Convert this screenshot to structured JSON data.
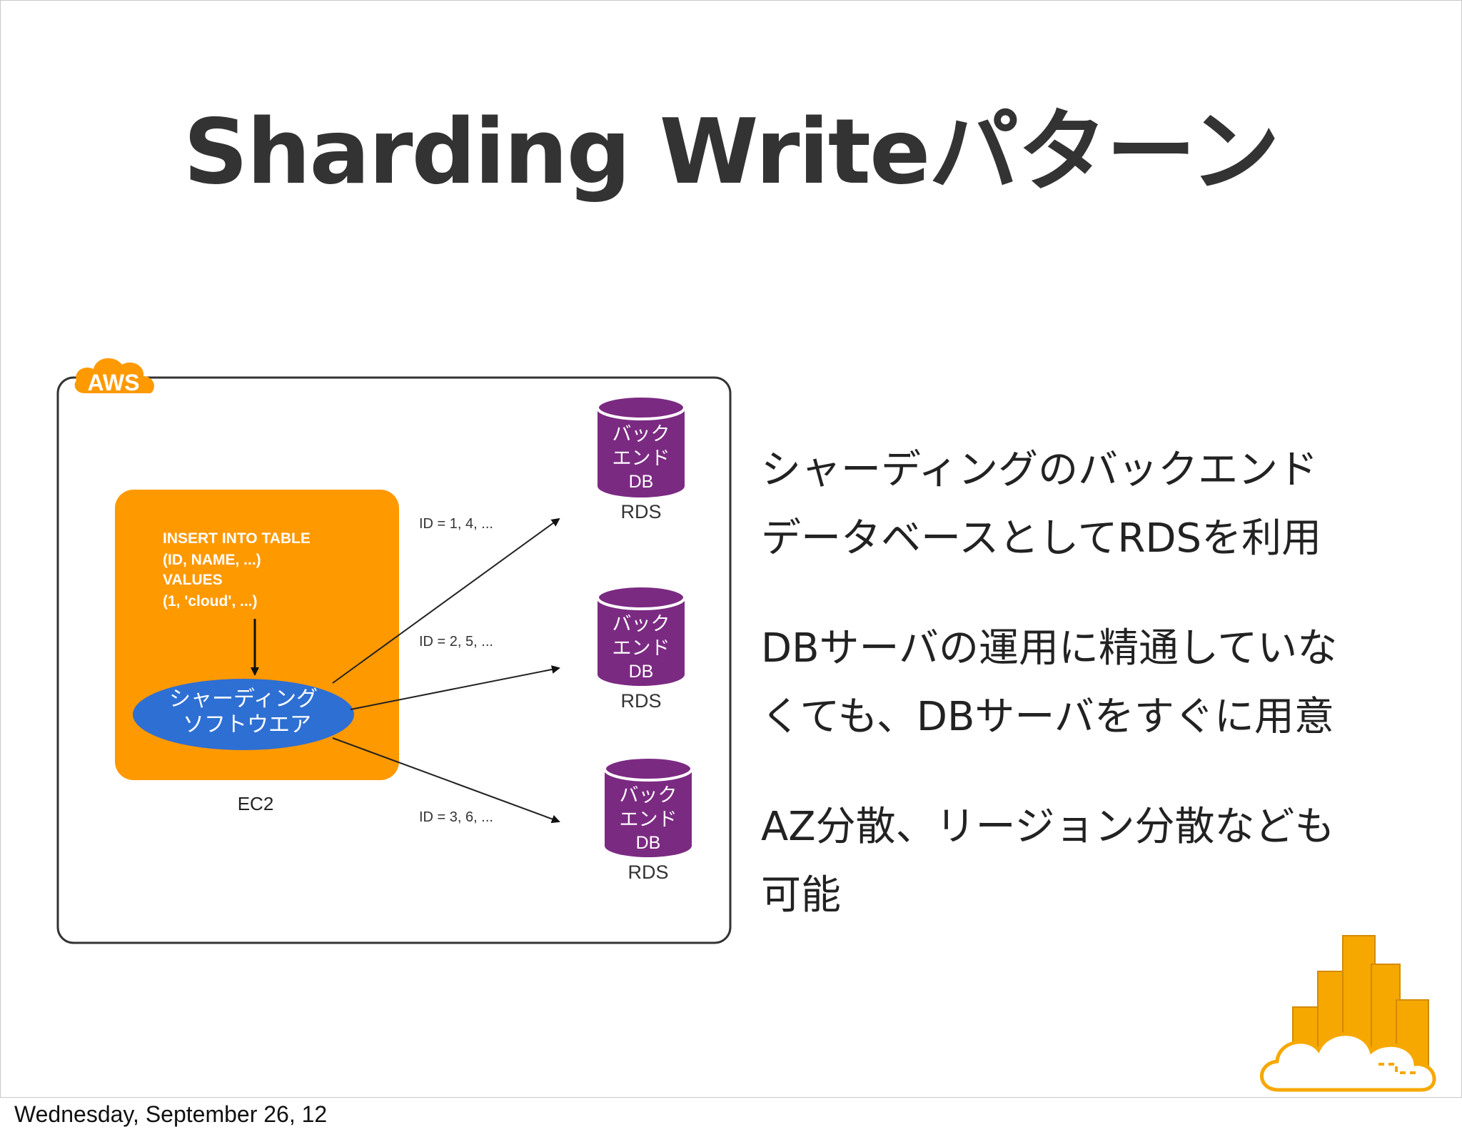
{
  "slide": {
    "title": "Sharding Writeパターン"
  },
  "diagram": {
    "aws_label": "AWS",
    "sql_lines": [
      "INSERT INTO TABLE",
      "(ID, NAME, ...)",
      "VALUES",
      "(1, 'cloud', ...)"
    ],
    "ec2_label": "EC2",
    "software_lines": [
      "シャーディング",
      "ソフトウエア"
    ],
    "routes": [
      "ID = 1, 4, ...",
      "ID = 2, 5, ...",
      "ID = 3, 6, ..."
    ],
    "db_lines": [
      "バック",
      "エンド",
      "DB"
    ],
    "rds_label": "RDS",
    "colors": {
      "ec2": "#ff9900",
      "software": "#2e6fd3",
      "db": "#7b2a82",
      "aws_badge": "#ff9900"
    }
  },
  "bullets": [
    [
      "シャーディングのバックエンド",
      "データベースとしてRDSを利用"
    ],
    [
      "DBサーバの運用に精通していな",
      "くても、DBサーバをすぐに用意"
    ],
    [
      "AZ分散、リージョン分散なども",
      "可能"
    ]
  ],
  "footer": {
    "date": "Wednesday, September 26, 12"
  },
  "icons": [
    "aws-cloud-icon",
    "database-cylinder-icon",
    "arrow-icon",
    "city-cloud-logo-icon"
  ]
}
